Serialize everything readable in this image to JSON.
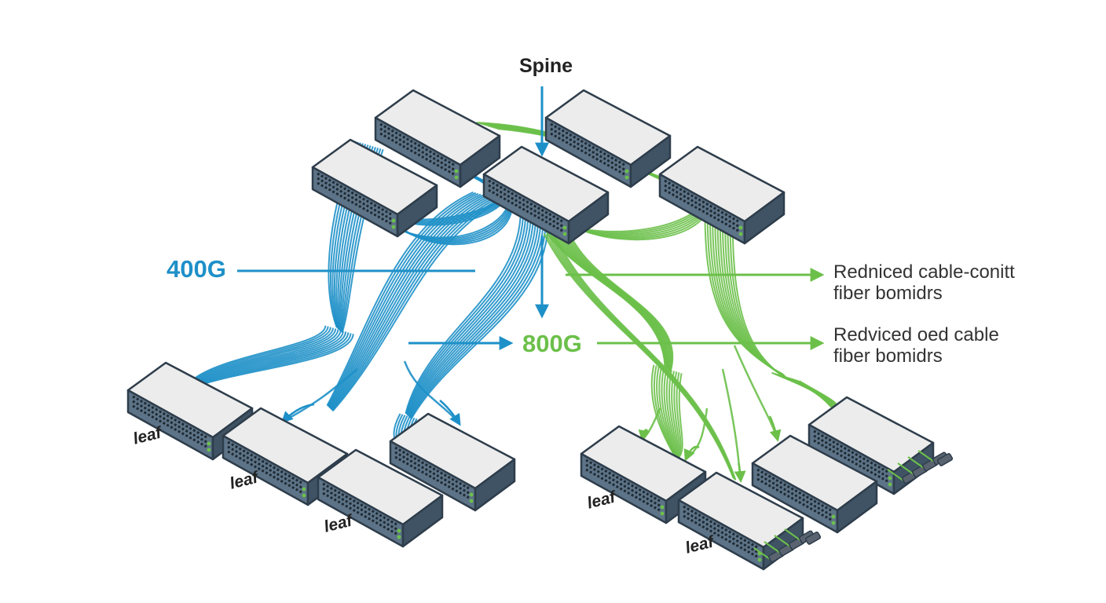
{
  "title": "Spine",
  "speeds": {
    "blue": "400G",
    "green": "800G"
  },
  "notes": [
    {
      "line1": "Redniced cable-conitt",
      "line2": "fiber bomidrs"
    },
    {
      "line1": "Redviced oed cable",
      "line2": "fiber bomidrs"
    }
  ],
  "leaf_label": "leaf",
  "colors": {
    "blue": "#1e90c8",
    "green": "#6cc04a",
    "switch_top": "#ececec",
    "switch_front": "#5d7488",
    "outline": "#2e3d4b"
  },
  "icons": [
    "network-switch-icon",
    "fiber-connector-icon",
    "arrow-icon"
  ]
}
